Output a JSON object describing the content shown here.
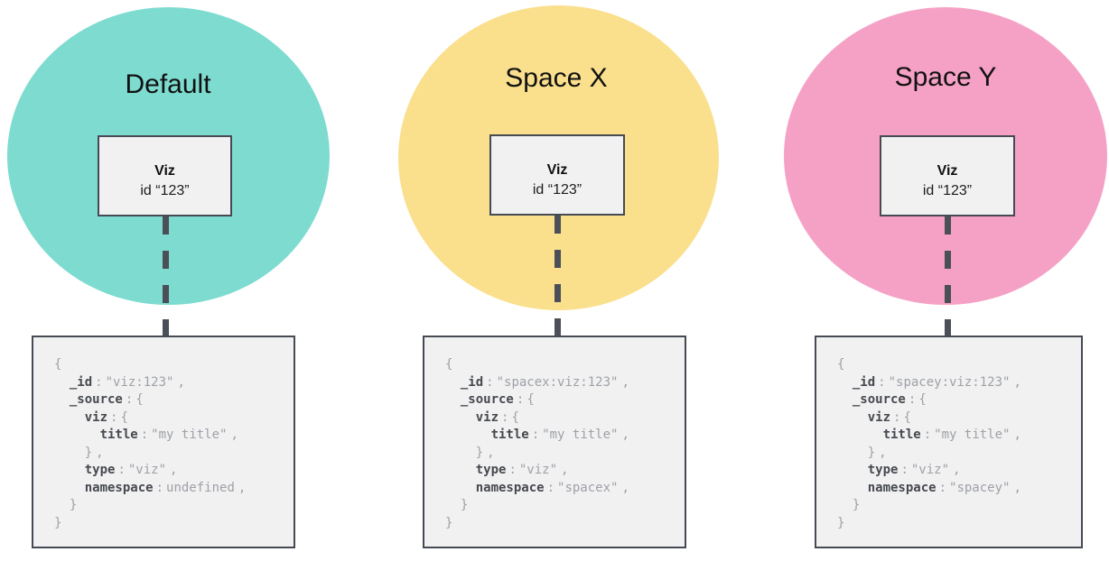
{
  "colors": {
    "node_bg": "#F1F1F2",
    "node_border": "#454A53",
    "dash": "#4A4F58",
    "code_key": "#46494E",
    "code_plain": "#9EA1A6",
    "circle_default": "#7EDBD0",
    "circle_spacex": "#FADF8C",
    "circle_spacey": "#F5A1C5"
  },
  "columns": [
    {
      "id": "default",
      "title": "Default",
      "circle_color": "#7EDBD0",
      "viz_box": {
        "name": "Viz",
        "id_line": "id “123”"
      },
      "code": {
        "lines": [
          [
            {
              "k": "p",
              "t": "{"
            }
          ],
          [
            {
              "k": "p",
              "t": "  "
            },
            {
              "k": "k",
              "t": "_id"
            },
            {
              "k": "c",
              "t": ":"
            },
            {
              "k": "p",
              "t": "\"viz:123\""
            },
            {
              "k": "m",
              "t": ","
            }
          ],
          [
            {
              "k": "p",
              "t": "  "
            },
            {
              "k": "k",
              "t": "_source"
            },
            {
              "k": "c",
              "t": ":"
            },
            {
              "k": "p",
              "t": "{"
            }
          ],
          [
            {
              "k": "p",
              "t": "    "
            },
            {
              "k": "k",
              "t": "viz"
            },
            {
              "k": "c",
              "t": ":"
            },
            {
              "k": "p",
              "t": "{"
            }
          ],
          [
            {
              "k": "p",
              "t": "      "
            },
            {
              "k": "k",
              "t": "title"
            },
            {
              "k": "c",
              "t": ":"
            },
            {
              "k": "p",
              "t": "\"my title\""
            },
            {
              "k": "m",
              "t": ","
            }
          ],
          [
            {
              "k": "p",
              "t": "    }"
            },
            {
              "k": "m",
              "t": ","
            }
          ],
          [
            {
              "k": "p",
              "t": "    "
            },
            {
              "k": "k",
              "t": "type"
            },
            {
              "k": "c",
              "t": ":"
            },
            {
              "k": "p",
              "t": "\"viz\""
            },
            {
              "k": "m",
              "t": ","
            }
          ],
          [
            {
              "k": "p",
              "t": "    "
            },
            {
              "k": "k",
              "t": "namespace"
            },
            {
              "k": "c",
              "t": ":"
            },
            {
              "k": "p",
              "t": "undefined"
            },
            {
              "k": "m",
              "t": ","
            }
          ],
          [
            {
              "k": "p",
              "t": "  }"
            }
          ],
          [
            {
              "k": "p",
              "t": "}"
            }
          ]
        ]
      }
    },
    {
      "id": "spacex",
      "title": "Space X",
      "circle_color": "#FADF8C",
      "viz_box": {
        "name": "Viz",
        "id_line": "id “123”"
      },
      "code": {
        "lines": [
          [
            {
              "k": "p",
              "t": "{"
            }
          ],
          [
            {
              "k": "p",
              "t": "  "
            },
            {
              "k": "k",
              "t": "_id"
            },
            {
              "k": "c",
              "t": ":"
            },
            {
              "k": "p",
              "t": "\"spacex:viz:123\""
            },
            {
              "k": "m",
              "t": ","
            }
          ],
          [
            {
              "k": "p",
              "t": "  "
            },
            {
              "k": "k",
              "t": "_source"
            },
            {
              "k": "c",
              "t": ":"
            },
            {
              "k": "p",
              "t": "{"
            }
          ],
          [
            {
              "k": "p",
              "t": "    "
            },
            {
              "k": "k",
              "t": "viz"
            },
            {
              "k": "c",
              "t": ":"
            },
            {
              "k": "p",
              "t": "{"
            }
          ],
          [
            {
              "k": "p",
              "t": "      "
            },
            {
              "k": "k",
              "t": "title"
            },
            {
              "k": "c",
              "t": ":"
            },
            {
              "k": "p",
              "t": "\"my title\""
            },
            {
              "k": "m",
              "t": ","
            }
          ],
          [
            {
              "k": "p",
              "t": "    }"
            },
            {
              "k": "m",
              "t": ","
            }
          ],
          [
            {
              "k": "p",
              "t": "    "
            },
            {
              "k": "k",
              "t": "type"
            },
            {
              "k": "c",
              "t": ":"
            },
            {
              "k": "p",
              "t": "\"viz\""
            },
            {
              "k": "m",
              "t": ","
            }
          ],
          [
            {
              "k": "p",
              "t": "    "
            },
            {
              "k": "k",
              "t": "namespace"
            },
            {
              "k": "c",
              "t": ":"
            },
            {
              "k": "p",
              "t": "\"spacex\""
            },
            {
              "k": "m",
              "t": ","
            }
          ],
          [
            {
              "k": "p",
              "t": "  }"
            }
          ],
          [
            {
              "k": "p",
              "t": "}"
            }
          ]
        ]
      }
    },
    {
      "id": "spacey",
      "title": "Space Y",
      "circle_color": "#F5A1C5",
      "viz_box": {
        "name": "Viz",
        "id_line": "id “123”"
      },
      "code": {
        "lines": [
          [
            {
              "k": "p",
              "t": "{"
            }
          ],
          [
            {
              "k": "p",
              "t": "  "
            },
            {
              "k": "k",
              "t": "_id"
            },
            {
              "k": "c",
              "t": ":"
            },
            {
              "k": "p",
              "t": "\"spacey:viz:123\""
            },
            {
              "k": "m",
              "t": ","
            }
          ],
          [
            {
              "k": "p",
              "t": "  "
            },
            {
              "k": "k",
              "t": "_source"
            },
            {
              "k": "c",
              "t": ":"
            },
            {
              "k": "p",
              "t": "{"
            }
          ],
          [
            {
              "k": "p",
              "t": "    "
            },
            {
              "k": "k",
              "t": "viz"
            },
            {
              "k": "c",
              "t": ":"
            },
            {
              "k": "p",
              "t": "{"
            }
          ],
          [
            {
              "k": "p",
              "t": "      "
            },
            {
              "k": "k",
              "t": "title"
            },
            {
              "k": "c",
              "t": ":"
            },
            {
              "k": "p",
              "t": "\"my title\""
            },
            {
              "k": "m",
              "t": ","
            }
          ],
          [
            {
              "k": "p",
              "t": "    }"
            },
            {
              "k": "m",
              "t": ","
            }
          ],
          [
            {
              "k": "p",
              "t": "    "
            },
            {
              "k": "k",
              "t": "type"
            },
            {
              "k": "c",
              "t": ":"
            },
            {
              "k": "p",
              "t": "\"viz\""
            },
            {
              "k": "m",
              "t": ","
            }
          ],
          [
            {
              "k": "p",
              "t": "    "
            },
            {
              "k": "k",
              "t": "namespace"
            },
            {
              "k": "c",
              "t": ":"
            },
            {
              "k": "p",
              "t": "\"spacey\""
            },
            {
              "k": "m",
              "t": ","
            }
          ],
          [
            {
              "k": "p",
              "t": "  }"
            }
          ],
          [
            {
              "k": "p",
              "t": "}"
            }
          ]
        ]
      }
    }
  ]
}
